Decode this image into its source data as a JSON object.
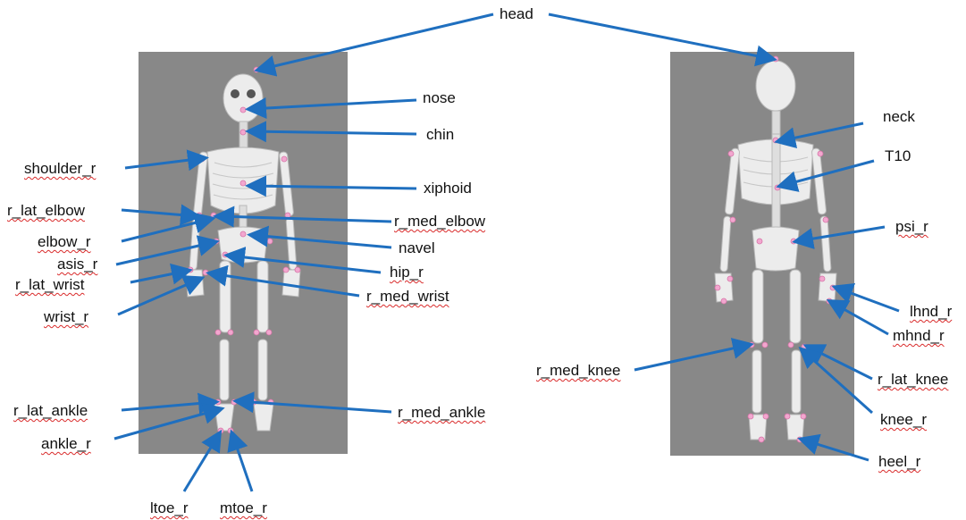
{
  "labels": {
    "head": "head",
    "nose": "nose",
    "chin": "chin",
    "shoulder_r": "shoulder_r",
    "xiphoid": "xiphoid",
    "r_lat_elbow": "r_lat_elbow",
    "r_med_elbow": "r_med_elbow",
    "elbow_r": "elbow_r",
    "navel": "navel",
    "asis_r": "asis_r",
    "hip_r": "hip_r",
    "r_lat_wrist": "r_lat_wrist",
    "r_med_wrist": "r_med_wrist",
    "wrist_r": "wrist_r",
    "r_lat_ankle": "r_lat_ankle",
    "r_med_ankle": "r_med_ankle",
    "ankle_r": "ankle_r",
    "ltoe_r": "ltoe_r",
    "mtoe_r": "mtoe_r",
    "neck": "neck",
    "T10": "T10",
    "psi_r": "psi_r",
    "lhnd_r": "lhnd_r",
    "mhnd_r": "mhnd_r",
    "r_med_knee": "r_med_knee",
    "r_lat_knee": "r_lat_knee",
    "knee_r": "knee_r",
    "heel_r": "heel_r"
  },
  "colors": {
    "arrow": "#1f6fbf",
    "panel": "#888888",
    "bone": "#efefef",
    "marker": "#f2a7cf",
    "squiggle": "#d92b2b"
  },
  "views": [
    "front-skeleton-view",
    "back-skeleton-view"
  ]
}
